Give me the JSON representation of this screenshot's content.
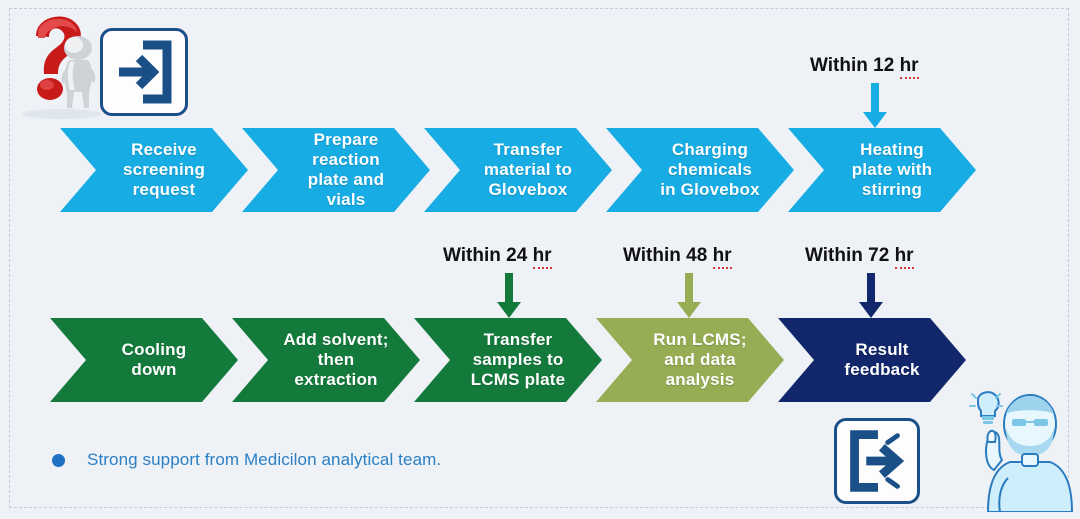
{
  "theme": {
    "background": "#eef2f7",
    "frame_border": "#c2cbd8",
    "cyan": "#17ace4",
    "green": "#147a3c",
    "olive": "#97ad54",
    "navy": "#12276b",
    "label_text": "#111111",
    "spellcheck_underline": "#d63b3b",
    "bullet_blue": "#1f6fc4",
    "bullet_text_blue": "#2b7fc4",
    "icon_navy": "#1b4f87",
    "question_red": "#c91a1a",
    "person_light": "#bfe2f5"
  },
  "top_row": {
    "steps": [
      {
        "label": "Receive\nscreening\nrequest",
        "color": "#17ace4",
        "name": "step-receive-screening-request"
      },
      {
        "label": "Prepare\nreaction\nplate and\nvials",
        "color": "#17ace4",
        "name": "step-prepare-reaction-plate"
      },
      {
        "label": "Transfer\nmaterial to\nGlovebox",
        "color": "#17ace4",
        "name": "step-transfer-material-glovebox"
      },
      {
        "label": "Charging\nchemicals\nin Glovebox",
        "color": "#17ace4",
        "name": "step-charging-chemicals"
      },
      {
        "label": "Heating\nplate with\nstirring",
        "color": "#17ace4",
        "name": "step-heating-plate-stirring"
      }
    ]
  },
  "bottom_row": {
    "steps": [
      {
        "label": "Cooling\ndown",
        "color": "#147a3c",
        "name": "step-cooling-down"
      },
      {
        "label": "Add solvent;\nthen\nextraction",
        "color": "#147a3c",
        "name": "step-add-solvent-extraction"
      },
      {
        "label": "Transfer\nsamples to\nLCMS plate",
        "color": "#147a3c",
        "name": "step-transfer-samples-lcms"
      },
      {
        "label": "Run LCMS;\nand data\nanalysis",
        "color": "#97ad54",
        "name": "step-run-lcms-data-analysis"
      },
      {
        "label": "Result\nfeedback",
        "color": "#12276b",
        "name": "step-result-feedback"
      }
    ]
  },
  "time_labels": [
    {
      "prefix": "Within 12 ",
      "unit": "hr",
      "arrow_color": "#17ace4",
      "name": "timing-within-12-hr"
    },
    {
      "prefix": "Within 24 ",
      "unit": "hr",
      "arrow_color": "#147a3c",
      "name": "timing-within-24-hr"
    },
    {
      "prefix": "Within 48 ",
      "unit": "hr",
      "arrow_color": "#97ad54",
      "name": "timing-within-48-hr"
    },
    {
      "prefix": "Within 72 ",
      "unit": "hr",
      "arrow_color": "#12276b",
      "name": "timing-within-72-hr"
    }
  ],
  "footnote": {
    "bullet_text": "Strong support from Medicilon analytical team."
  },
  "icons": {
    "question_mark": "question-mark-figure-icon",
    "login_top": "login-enter-icon",
    "logout_bottom": "logout-exit-icon",
    "idea_person": "person-with-lightbulb-illustration"
  }
}
